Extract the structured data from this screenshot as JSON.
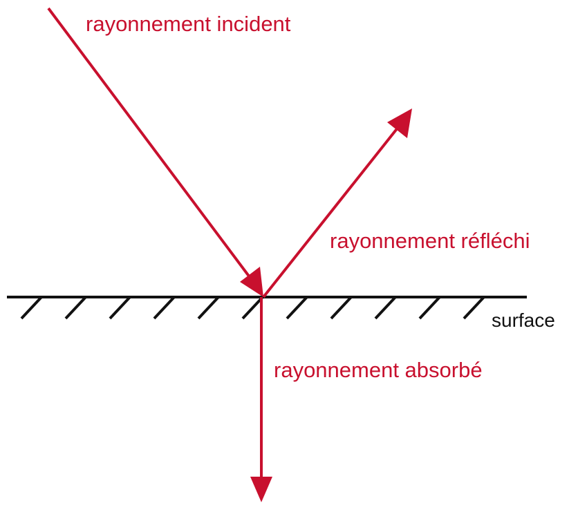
{
  "colors": {
    "ray": "#c8102e",
    "surface": "#111111",
    "background": "#ffffff"
  },
  "labels": {
    "incident": "rayonnement incident",
    "reflected": "rayonnement réfléchi",
    "absorbed": "rayonnement absorbé",
    "surface": "surface"
  }
}
